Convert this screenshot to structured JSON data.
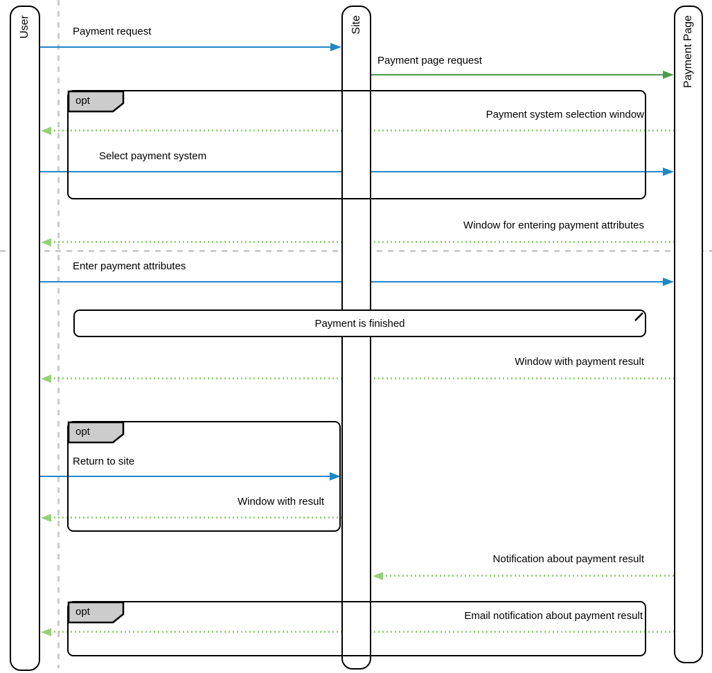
{
  "diagram_type": "uml-sequence",
  "lifelines": [
    {
      "name": "User"
    },
    {
      "name": "Site"
    },
    {
      "name": "Payment Page"
    }
  ],
  "fragments": [
    {
      "operator": "opt",
      "contains": [
        "Payment system selection window",
        "Select payment system"
      ]
    },
    {
      "operator": "opt",
      "contains": [
        "Return to site",
        "Window with result"
      ]
    },
    {
      "operator": "opt",
      "contains": [
        "Email notification about payment result"
      ]
    }
  ],
  "note": {
    "text": "Payment is finished"
  },
  "messages": [
    {
      "label": "Payment request",
      "from": "User",
      "to": "Site",
      "style": "solid-blue"
    },
    {
      "label": "Payment page request",
      "from": "Site",
      "to": "Payment Page",
      "style": "solid-green"
    },
    {
      "label": "Payment system selection window",
      "from": "Payment Page",
      "to": "User",
      "style": "dotted-green"
    },
    {
      "label": "Select payment system",
      "from": "User",
      "to": "Payment Page",
      "style": "solid-blue"
    },
    {
      "label": "Window for entering payment attributes",
      "from": "Payment Page",
      "to": "User",
      "style": "dotted-green"
    },
    {
      "label": "Enter payment attributes",
      "from": "User",
      "to": "Payment Page",
      "style": "solid-blue"
    },
    {
      "label": "Window with payment result",
      "from": "Payment Page",
      "to": "User",
      "style": "dotted-green"
    },
    {
      "label": "Return to site",
      "from": "User",
      "to": "Site",
      "style": "solid-blue"
    },
    {
      "label": "Window with result",
      "from": "Site",
      "to": "User",
      "style": "dotted-green"
    },
    {
      "label": "Notification about payment result",
      "from": "Payment Page",
      "to": "Site",
      "style": "dotted-green"
    },
    {
      "label": "Email notification about payment result",
      "from": "Payment Page",
      "to": "User",
      "style": "dotted-green"
    }
  ],
  "colors": {
    "solid_blue": "#1e87c8",
    "solid_green": "#4c9a4c",
    "dotted_green": "#97d077",
    "page_divider": "#cccccc",
    "fragment_tab_fill": "#cccccc",
    "shape_stroke": "#000000",
    "shape_fill": "#ffffff"
  }
}
